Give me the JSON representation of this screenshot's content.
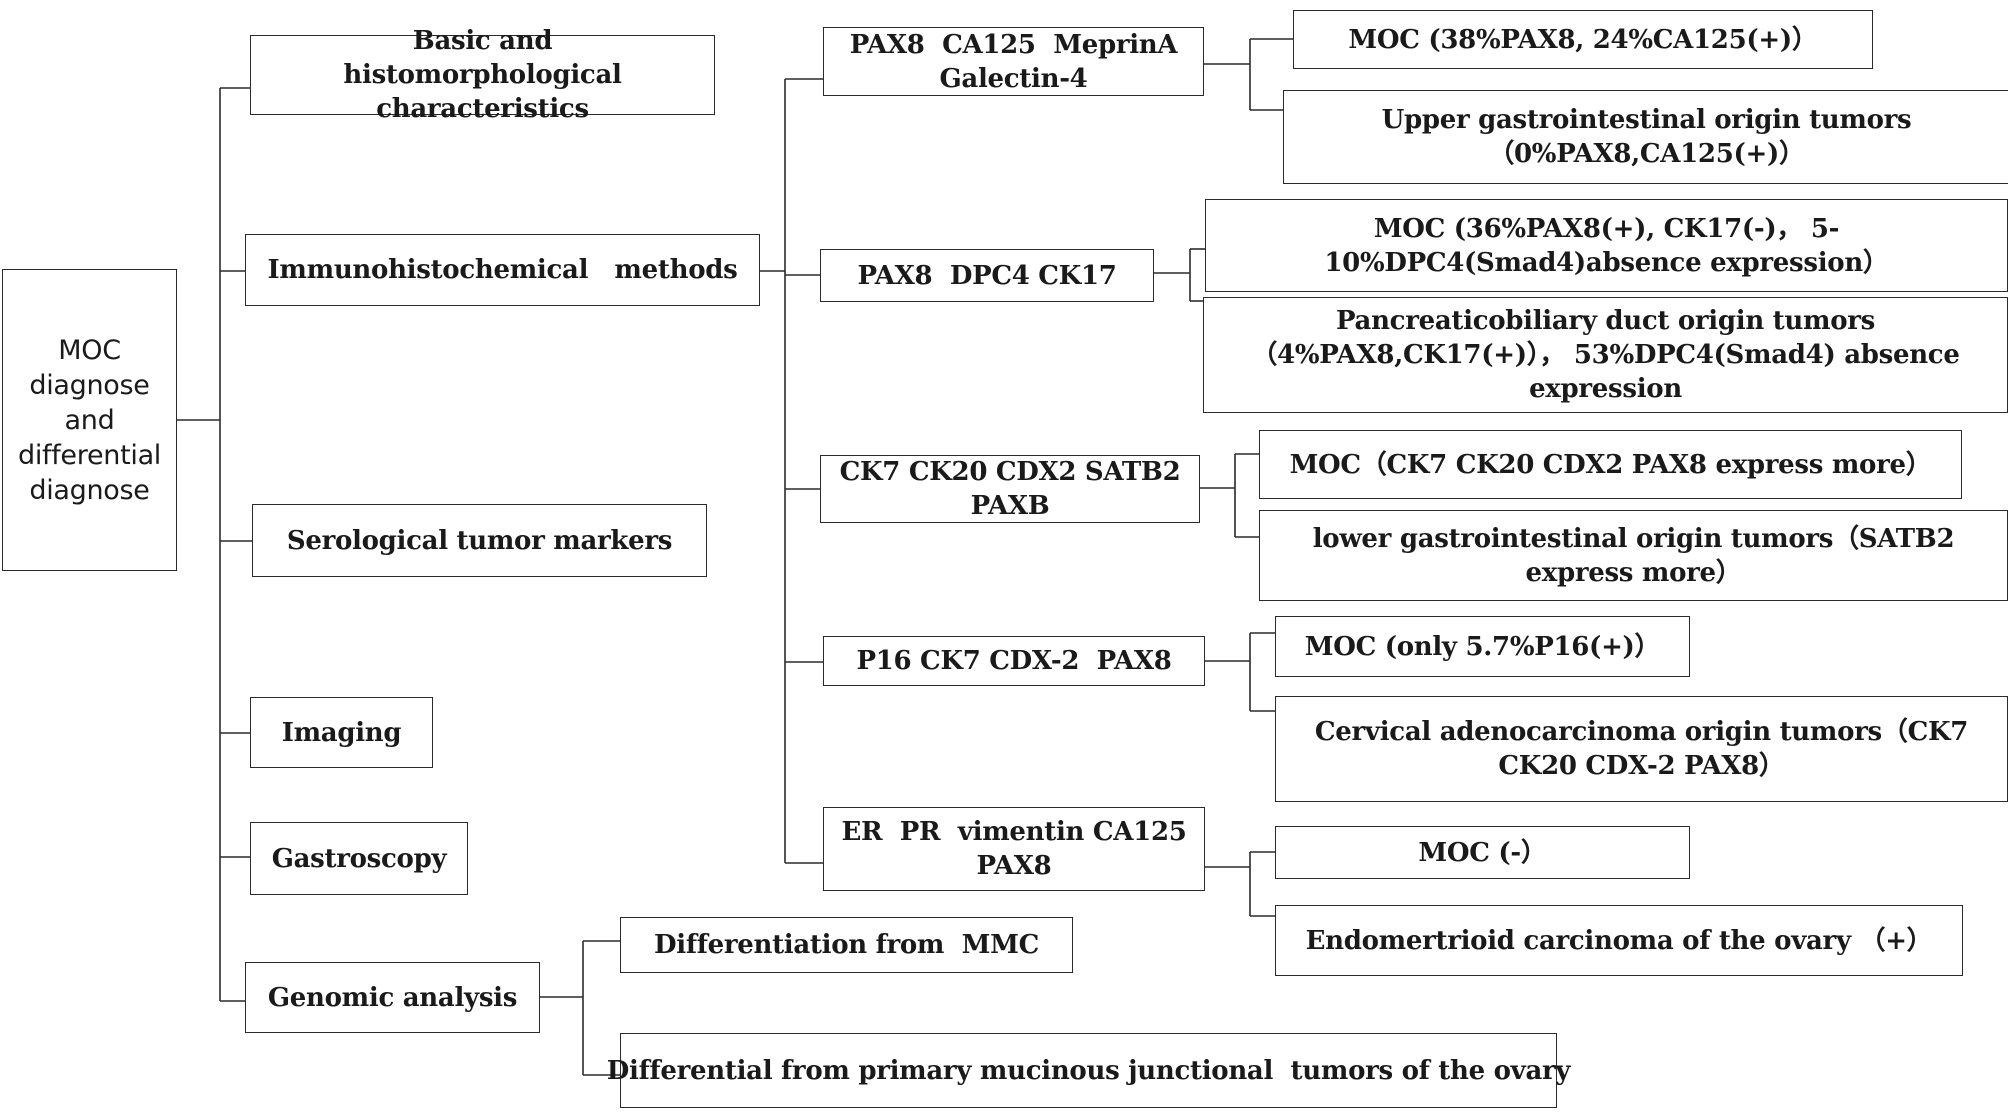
{
  "root": {
    "lines": [
      "MOC",
      "diagnose",
      "and",
      "differential",
      "diagnose"
    ]
  },
  "level1": {
    "basic": "Basic and histomorphological characteristics",
    "immuno": "Immunohistochemical   methods",
    "serological": "Serological tumor markers",
    "imaging": "Imaging",
    "gastroscopy": "Gastroscopy",
    "genomic": "Genomic analysis"
  },
  "markers": {
    "m1": "PAX8  CA125  MeprinA Galectin-4",
    "m2": "PAX8  DPC4 CK17",
    "m3": "CK7 CK20 CDX2 SATB2 PAXB",
    "m4": "P16 CK7 CDX-2  PAX8",
    "m5": "ER  PR  vimentin CA125 PAX8"
  },
  "results": {
    "r1a": "MOC (38%PAX8, 24%CA125(+)）",
    "r1b": "Upper gastrointestinal origin  tumors （0%PAX8,CA125(+)）",
    "r2a": "MOC (36%PAX8(+), CK17(-)， 5-10%DPC4(Smad4)absence expression）",
    "r2b": "Pancreaticobiliary duct origin tumors（4%PAX8,CK17(+)）， 53%DPC4(Smad4) absence expression",
    "r3a": "MOC（CK7 CK20 CDX2 PAX8 express more）",
    "r3b": "lower gastrointestinal origin tumors（SATB2 express more）",
    "r4a": "MOC (only 5.7%P16(+)）",
    "r4b": "Cervical adenocarcinoma origin  tumors（CK7 CK20 CDX-2 PAX8）",
    "r5a": "MOC (-）",
    "r5b": "Endomertrioid carcinoma of the ovary （+）"
  },
  "genomic": {
    "g1": "Differentiation from  MMC",
    "g2": "Differential from primary mucinous junctional  tumors of the ovary"
  },
  "colors": {
    "line": "#2b2b2b",
    "text": "#1a1a1a",
    "background": "#ffffff"
  }
}
